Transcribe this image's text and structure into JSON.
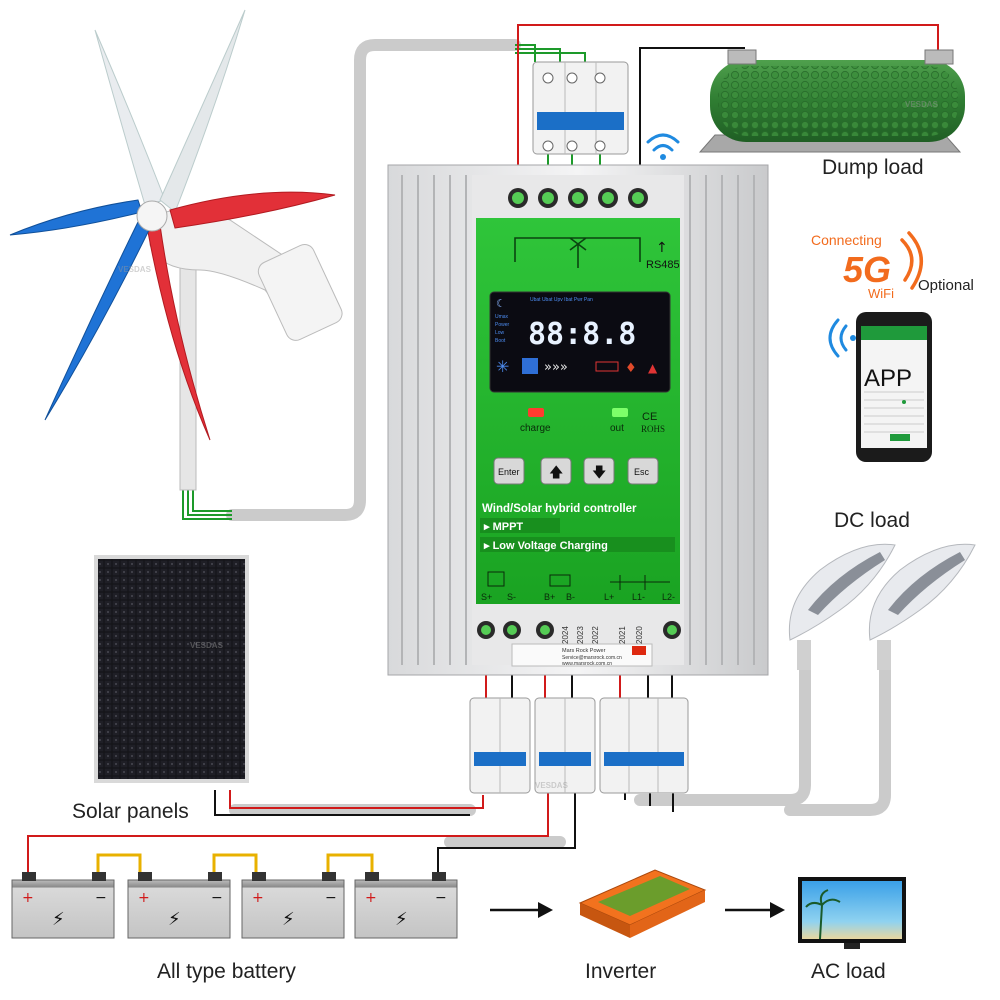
{
  "labels": {
    "dump_load": "Dump load",
    "connecting": "Connecting",
    "fiveg": "5G",
    "wifi": "WiFi",
    "optional": "Optional",
    "app": "APP",
    "dc_load": "DC load",
    "solar_panels": "Solar panels",
    "all_type_battery": "All type battery",
    "inverter": "Inverter",
    "ac_load": "AC load",
    "watermark": "VESDAS"
  },
  "controller": {
    "rs485": "RS485",
    "lcd_digits": "88:8.8",
    "charge_label": "charge",
    "out_label": "out",
    "ce": "CE",
    "rohs": "ROHS",
    "buttons": {
      "enter": "Enter",
      "esc": "Esc"
    },
    "title": "Wind/Solar hybrid controller",
    "feature_mppt": "MPPT",
    "feature_lvc": "Low Voltage Charging",
    "terminals": [
      "S+",
      "S-",
      "B+",
      "B-",
      "L+",
      "L1-",
      "L2-"
    ],
    "years": [
      "2024",
      "2023",
      "2022",
      "2021",
      "2020"
    ],
    "maker": "Mars Rock Power",
    "maker_email": "Service@marsrock.com.cn",
    "maker_web": "www.marsrock.com.cn"
  },
  "colors": {
    "panel_green": "#21b82a",
    "wire_red": "#d11a1a",
    "wire_black": "#111111",
    "wire_green": "#1d9a2a",
    "wire_yellow": "#e8b100",
    "conduit": "#c9c9c9",
    "orange": "#f26b1d"
  }
}
